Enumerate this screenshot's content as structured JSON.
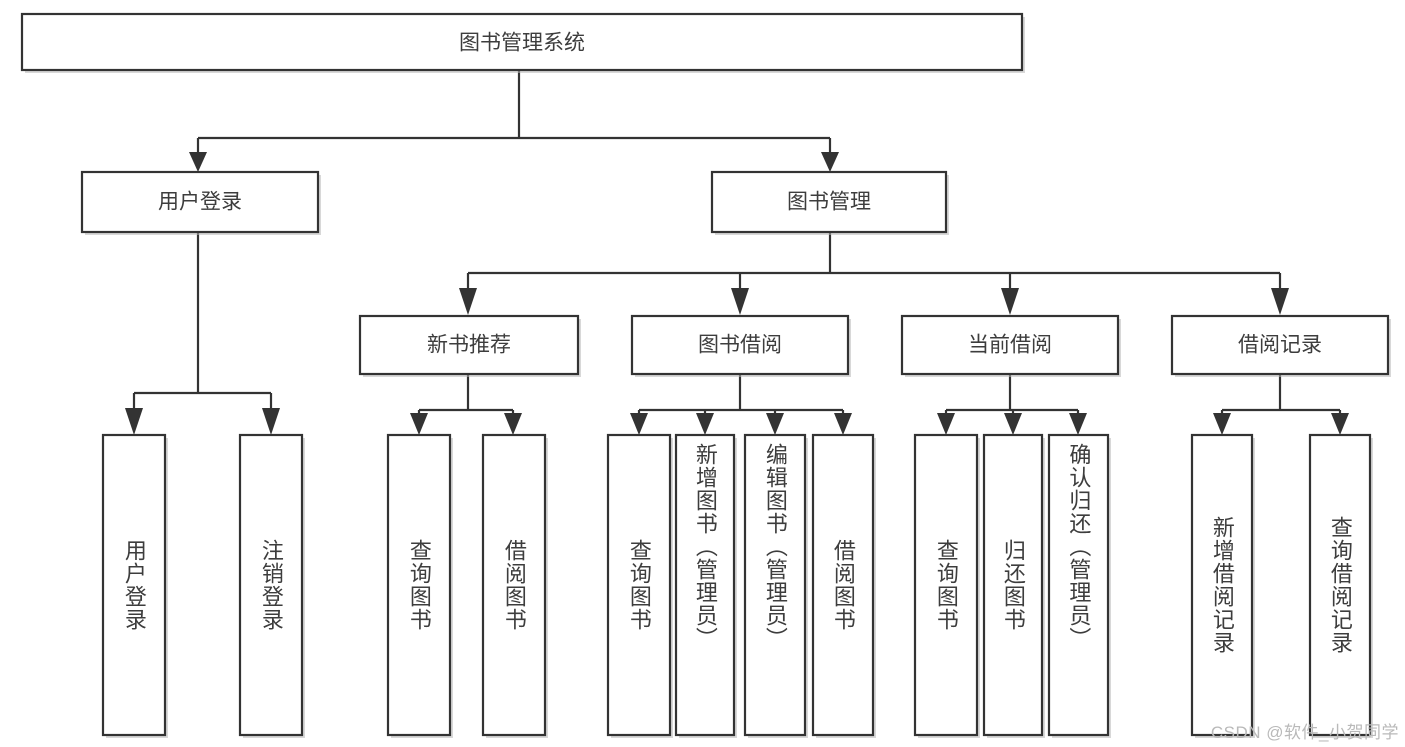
{
  "diagram": {
    "title": "图书管理系统",
    "watermark": "CSDN @软件_小贺同学",
    "type": "tree-hierarchy",
    "orientation": "top-down",
    "colors": {
      "box_stroke": "#333333",
      "box_fill": "#ffffff",
      "text": "#3d3d3d",
      "background": "#ffffff",
      "watermark": "#b9b9b9"
    },
    "root": {
      "label": "图书管理系统"
    },
    "level2": [
      {
        "label": "用户登录"
      },
      {
        "label": "图书管理"
      }
    ],
    "level3": [
      {
        "label": "新书推荐"
      },
      {
        "label": "图书借阅"
      },
      {
        "label": "当前借阅"
      },
      {
        "label": "借阅记录"
      }
    ],
    "leaves": {
      "user_login": [
        {
          "label": "用户登录"
        },
        {
          "label": "注销登录"
        }
      ],
      "new_book_recommend": [
        {
          "label": "查询图书"
        },
        {
          "label": "借阅图书"
        }
      ],
      "book_borrow": [
        {
          "label": "查询图书"
        },
        {
          "label": "新增图书（管理员）"
        },
        {
          "label": "编辑图书（管理员）"
        },
        {
          "label": "借阅图书"
        }
      ],
      "current_borrow": [
        {
          "label": "查询图书"
        },
        {
          "label": "归还图书"
        },
        {
          "label": "确认归还（管理员）"
        }
      ],
      "borrow_record": [
        {
          "label": "新增借阅记录"
        },
        {
          "label": "查询借阅记录"
        }
      ]
    }
  }
}
